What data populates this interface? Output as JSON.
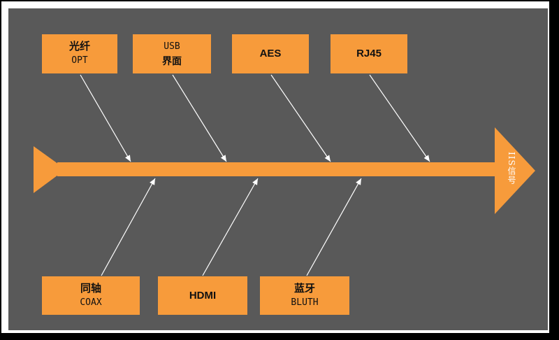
{
  "diagram": {
    "head_label": "IIS信号",
    "top_causes": [
      {
        "line1": "光纤",
        "line2": "OPT"
      },
      {
        "line1": "USB",
        "line2": "界面"
      },
      {
        "line1": "AES",
        "line2": ""
      },
      {
        "line1": "RJ45",
        "line2": ""
      }
    ],
    "bottom_causes": [
      {
        "line1": "同轴",
        "line2": "COAX"
      },
      {
        "line1": "HDMI",
        "line2": ""
      },
      {
        "line1": "蓝牙",
        "line2": "BLUTH"
      }
    ],
    "colors": {
      "background": "#595959",
      "spine": "#f79b3b",
      "box": "#f79b3b",
      "arrow": "#ffffff"
    }
  }
}
